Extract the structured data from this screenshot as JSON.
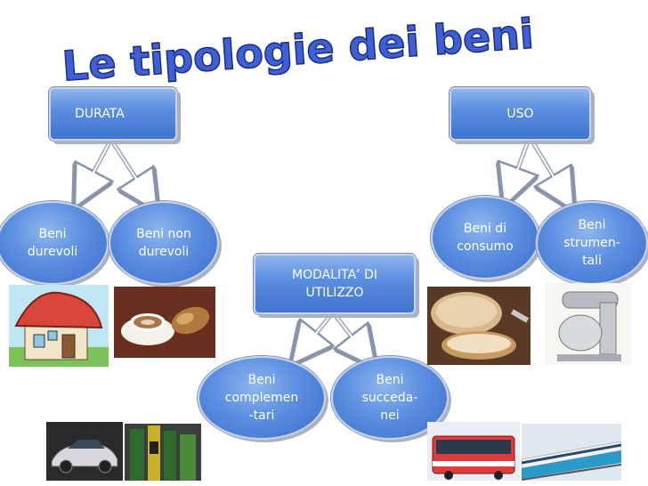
{
  "title": "Le tipologie dei beni",
  "nodes": {
    "durata": "DURATA",
    "uso": "USO",
    "modalita": "MODALITA’   DI UTILIZZO",
    "beni_durevoli": "Beni\ndurevoli",
    "beni_non_durevoli": "Beni non\ndurevoli",
    "beni_di_consumo": "Beni di\nconsumo",
    "beni_strumentali": "Beni\nstrumen-\ntali",
    "beni_complementari": "Beni\ncomplemen\n-tari",
    "beni_succedanei": "Beni\nsucceda-\nnei"
  },
  "colors": {
    "title_fill": "#3f5fd6",
    "node_blue": "#4f84dc",
    "arrow": "#9aa7bb"
  },
  "icons": [
    "house-image",
    "coffee-croissant-image",
    "bread-image",
    "stand-mixer-image",
    "sports-car-image",
    "fuel-pump-image",
    "bus-image",
    "train-image"
  ]
}
